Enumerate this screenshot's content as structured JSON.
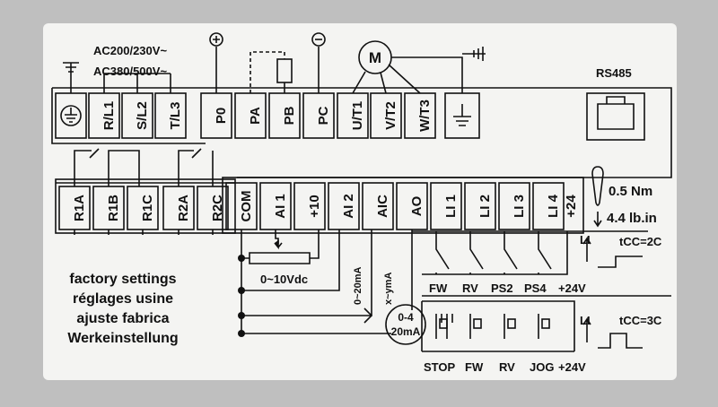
{
  "supply": {
    "line1": "AC200/230V~",
    "line2": "AC380/500V~"
  },
  "power_terminals": {
    "ground": "⏚",
    "r": "R/L1",
    "s": "S/L2",
    "t": "T/L3",
    "p0": "P0",
    "pa": "PA",
    "pb": "PB",
    "pc": "PC",
    "u": "U/T1",
    "v": "V/T2",
    "w": "W/T3"
  },
  "polarity": {
    "plus": "+",
    "minus": "−"
  },
  "motor": "M",
  "comm": {
    "label": "RS485"
  },
  "relay_terminals": [
    "R1A",
    "R1B",
    "R1C",
    "R2A",
    "R2C"
  ],
  "control_terminals": [
    "COM",
    "AI 1",
    "+10",
    "AI 2",
    "AIC",
    "AO",
    "LI 1",
    "LI 2",
    "LI 3",
    "LI 4",
    "+24"
  ],
  "torque": {
    "nm": "0.5 Nm",
    "lbin": "4.4 lb.in"
  },
  "analog": {
    "v010": "0~10Vdc",
    "ma020": "0~20mA",
    "xym": "x~ymA",
    "meter_top": "0-4",
    "meter_bottom": "20mA"
  },
  "inputs_2wire": {
    "labels": [
      "FW",
      "RV",
      "PS2",
      "PS4",
      "+24V"
    ],
    "li": "LI",
    "tcc": "tCC=2C"
  },
  "inputs_3wire": {
    "labels": [
      "STOP",
      "FW",
      "RV",
      "JOG",
      "+24V"
    ],
    "li": "LI",
    "tcc": "tCC=3C"
  },
  "factory": {
    "en": "factory settings",
    "fr": "réglages usine",
    "es": "ajuste fabrica",
    "de": "Werkeinstellung"
  },
  "colors": {
    "label_bg": "#f4f4f2",
    "ink": "#111111",
    "surround": "#bfbfbf"
  }
}
